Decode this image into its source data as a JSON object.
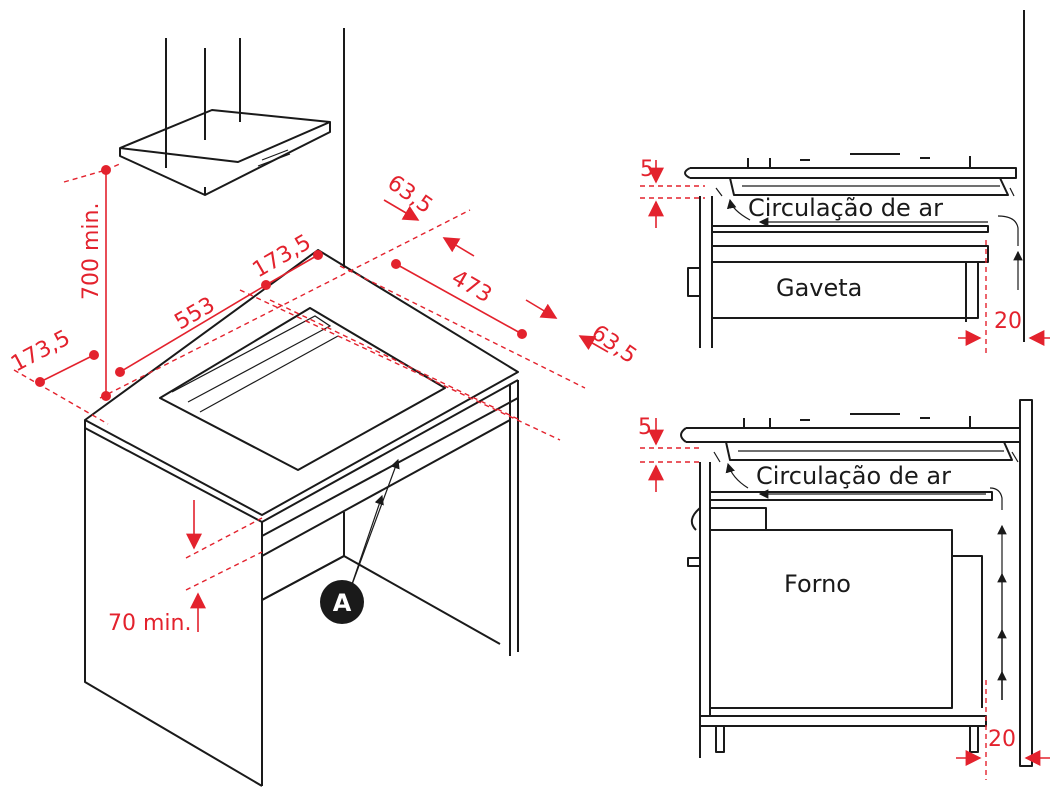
{
  "main_view": {
    "dim_700": "700 min.",
    "dim_553": "553",
    "dim_173_left": "173,5",
    "dim_173_top": "173,5",
    "dim_473": "473",
    "dim_63_top": "63,5",
    "dim_63_right": "63,5",
    "dim_70": "70 min.",
    "callout": "A"
  },
  "drawer_view": {
    "dim_5": "5",
    "air_label": "Circulação de ar",
    "drawer_label": "Gaveta",
    "dim_20": "20"
  },
  "oven_view": {
    "dim_5": "5",
    "air_label": "Circulação de ar",
    "oven_label": "Forno",
    "dim_20": "20"
  },
  "colors": {
    "dimension": "#e3222d",
    "line": "#1a1a1a"
  }
}
